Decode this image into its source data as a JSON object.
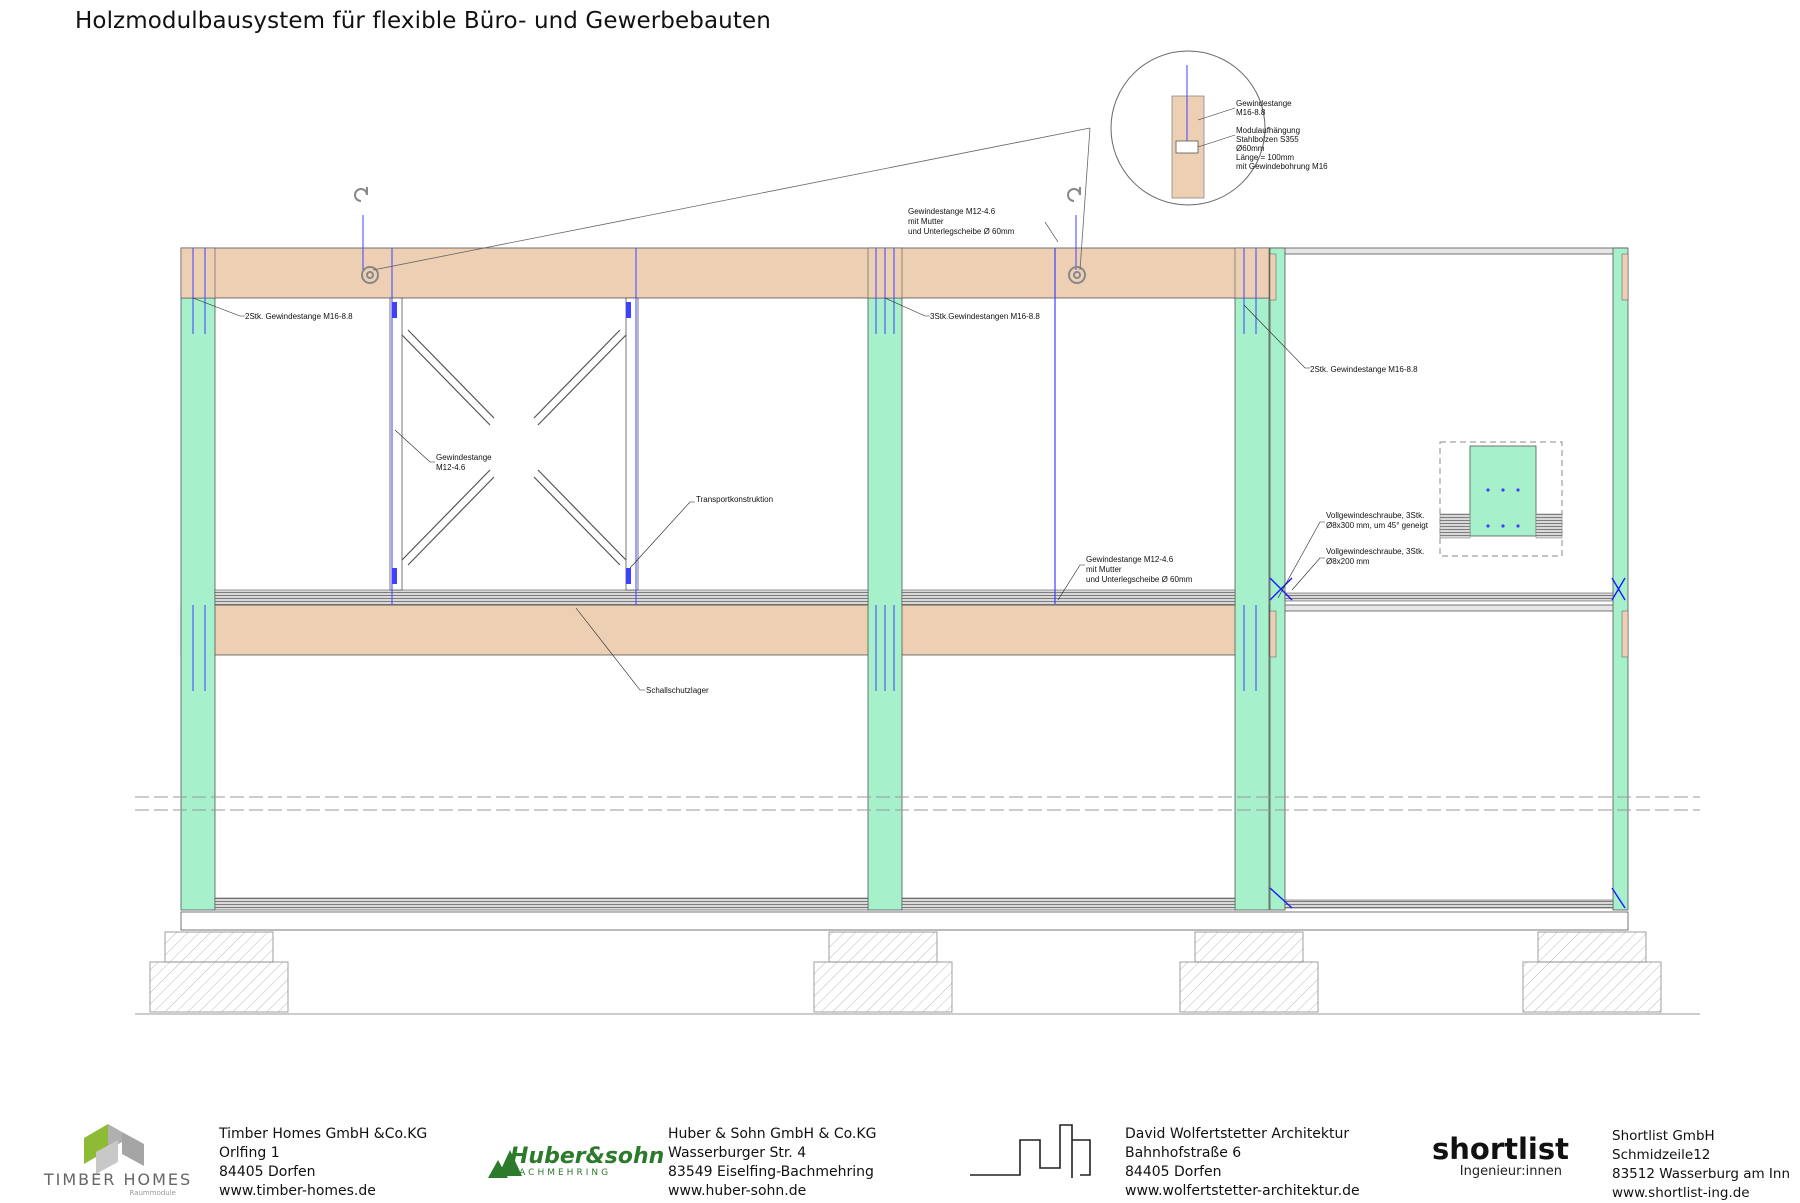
{
  "title": "Holzmodulbausystem für flexible Büro- und Gewerbebauten",
  "labels": {
    "rods_2stk_left": "2Stk. Gewindestange M16-8.8",
    "rods_3stk": "3Stk.Gewindestangen M16-8.8",
    "rods_2stk_right": "2Stk. Gewindestange M16-8.8",
    "rod_m12_line1": "Gewindestange",
    "rod_m12_line2": "M12-4.6",
    "transport": "Transportkonstruktion",
    "soundproof": "Schallschutzlager",
    "top_rod_line1": "Gewindestange M12-4.6",
    "top_rod_line2": "mit Mutter",
    "top_rod_line3": "und Unterlegscheibe Ø 60mm",
    "bottom_rod_line1": "Gewindestange M12-4.6",
    "bottom_rod_line2": "mit Mutter",
    "bottom_rod_line3": "und Unterlegscheibe Ø 60mm",
    "screw1_line1": "Vollgewindeschraube, 3Stk.",
    "screw1_line2": "Ø8x300 mm, um 45° geneigt",
    "screw2_line1": "Vollgewindeschraube, 3Stk.",
    "screw2_line2": "Ø8x200 mm",
    "detail_rod_line1": "Gewindestange",
    "detail_rod_line2": "M16-8.8",
    "detail_hang_line1": "Modulaufhängung",
    "detail_hang_line2": "Stahlbolzen S355",
    "detail_hang_line3": "Ø60mm",
    "detail_hang_line4": "Länge = 100mm",
    "detail_hang_line5": "mit Gewindebohrung M16"
  },
  "footer": {
    "timber": {
      "logo_main": "TIMBER HOMES",
      "logo_sub": "Raummodule",
      "lines": [
        "Timber Homes GmbH &Co.KG",
        "Orlfing 1",
        "84405 Dorfen",
        "www.timber-homes.de"
      ]
    },
    "huber": {
      "logo_main": "Huber&sohn",
      "logo_sub": "BACHMEHRING",
      "lines": [
        "Huber & Sohn GmbH & Co.KG",
        "Wasserburger Str. 4",
        "83549 Eiselfing-Bachmehring",
        "www.huber-sohn.de"
      ]
    },
    "wolfertstetter": {
      "lines": [
        "David Wolfertstetter Architektur",
        "Bahnhofstraße 6",
        "84405 Dorfen",
        "www.wolfertstetter-architektur.de"
      ]
    },
    "shortlist": {
      "logo_main": "shortlist",
      "logo_sub": "Ingenieur:innen",
      "lines": [
        "Shortlist GmbH",
        "Schmidzeile12",
        "83512 Wasserburg am Inn",
        "www.shortlist-ing.de"
      ]
    }
  },
  "colors": {
    "column": "#a6f0cc",
    "beam": "#edcfb4",
    "rod": "#4040ff",
    "line": "#333333",
    "timber_green": "#8dbb35"
  }
}
